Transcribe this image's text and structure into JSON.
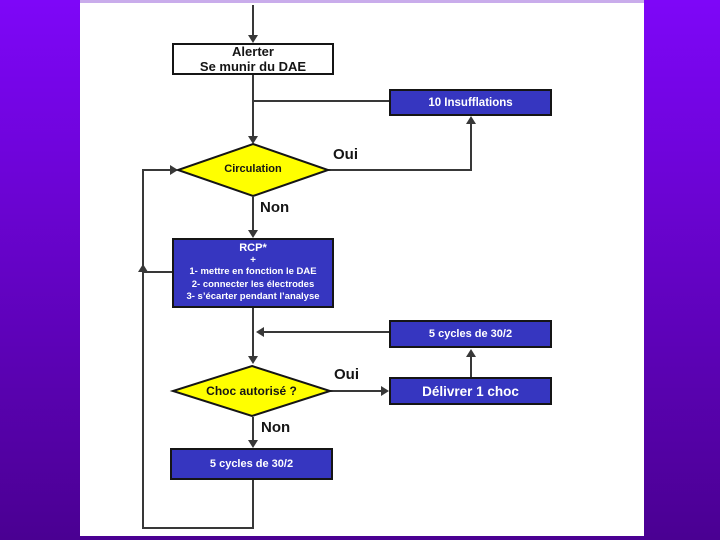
{
  "slide": {
    "colors": {
      "bg_top": "#7e06f8",
      "bg_bottom": "#4a0092",
      "panel": "#ffffff",
      "panel_top_edge": "#c9aceb",
      "box_blue": "#3636c0",
      "diamond_yellow": "#ffff00",
      "line": "#383838",
      "box_text": "#ffffff"
    },
    "flowchart": {
      "alert_box": {
        "lines": [
          "Alerter",
          "Se munir du DAE"
        ]
      },
      "insufflations_box": {
        "label": "10 Insufflations"
      },
      "circulation_diamond": {
        "label": "Circulation",
        "yes_label": "Oui",
        "no_label": "Non"
      },
      "rcp_box": {
        "lines": [
          "RCP*",
          "+",
          "1- mettre en fonction le DAE",
          "2- connecter les électrodes",
          "3- s’écarter pendant l’analyse"
        ]
      },
      "cycles_top_box": {
        "label": "5 cycles de 30/2"
      },
      "choc_diamond": {
        "label": "Choc autorisé ?",
        "yes_label": "Oui",
        "no_label": "Non"
      },
      "delivrer_box": {
        "label": "Délivrer 1 choc"
      },
      "cycles_bottom_box": {
        "label": "5 cycles de 30/2"
      }
    }
  }
}
